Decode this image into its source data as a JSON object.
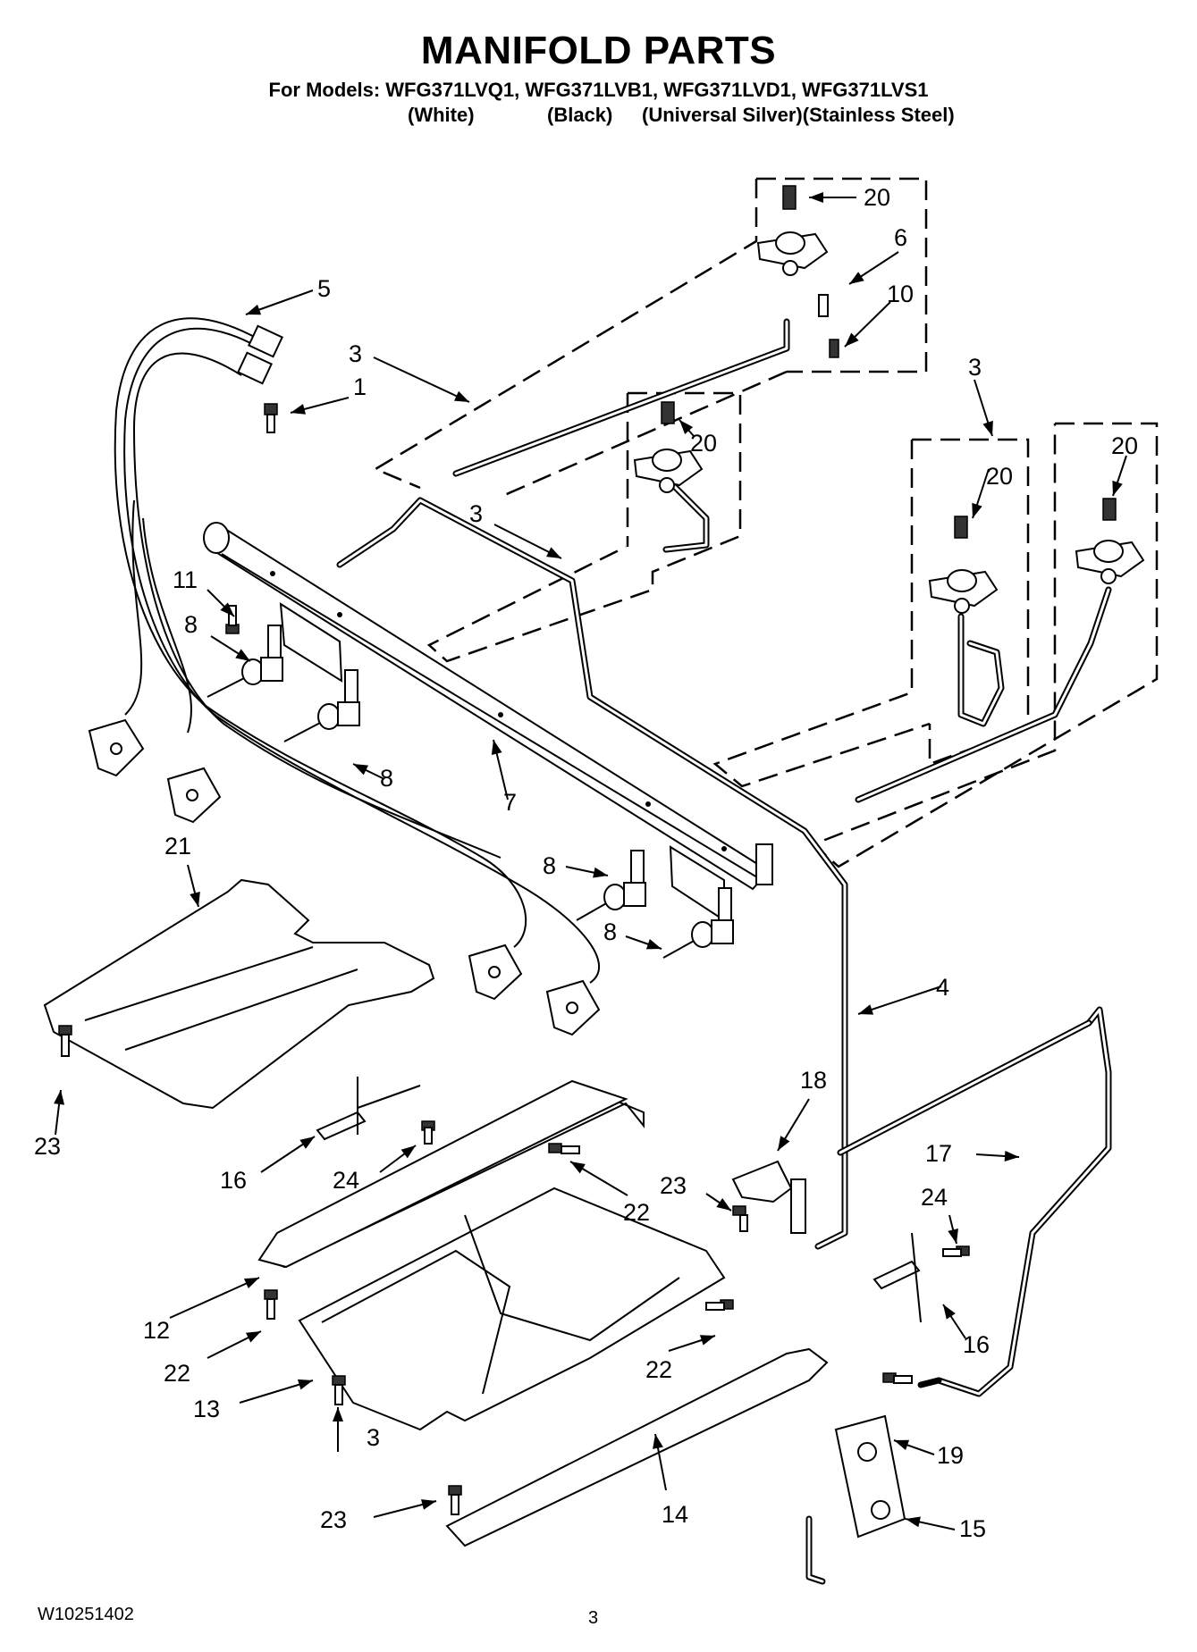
{
  "document": {
    "title": "MANIFOLD PARTS",
    "models_line": "For Models: WFG371LVQ1, WFG371LVB1, WFG371LVD1, WFG371LVS1",
    "variants": [
      "(White)",
      "(Black)",
      "(Universal Silver)(Stainless Steel)"
    ],
    "document_number": "W10251402",
    "page_number": "3"
  },
  "callouts": [
    {
      "label": "20"
    },
    {
      "label": "6"
    },
    {
      "label": "10"
    },
    {
      "label": "5"
    },
    {
      "label": "3"
    },
    {
      "label": "1"
    },
    {
      "label": "3"
    },
    {
      "label": "20"
    },
    {
      "label": "20"
    },
    {
      "label": "20"
    },
    {
      "label": "3"
    },
    {
      "label": "11"
    },
    {
      "label": "8"
    },
    {
      "label": "8"
    },
    {
      "label": "7"
    },
    {
      "label": "21"
    },
    {
      "label": "8"
    },
    {
      "label": "8"
    },
    {
      "label": "4"
    },
    {
      "label": "23"
    },
    {
      "label": "16"
    },
    {
      "label": "24"
    },
    {
      "label": "18"
    },
    {
      "label": "17"
    },
    {
      "label": "23"
    },
    {
      "label": "22"
    },
    {
      "label": "24"
    },
    {
      "label": "12"
    },
    {
      "label": "22"
    },
    {
      "label": "16"
    },
    {
      "label": "13"
    },
    {
      "label": "22"
    },
    {
      "label": "19"
    },
    {
      "label": "23"
    },
    {
      "label": "14"
    },
    {
      "label": "15"
    },
    {
      "label": "3"
    }
  ]
}
